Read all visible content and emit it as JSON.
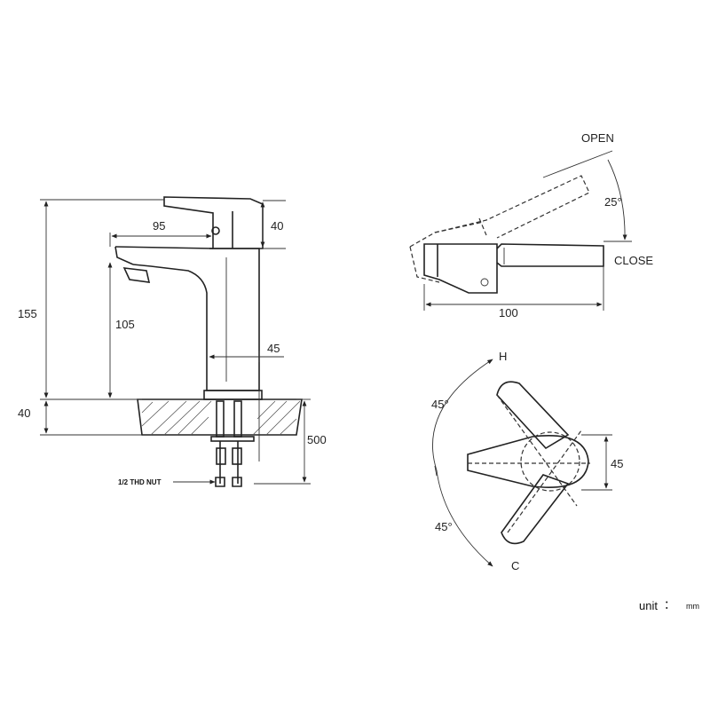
{
  "diagram": {
    "side_view": {
      "total_height": "155",
      "spout_reach": "95",
      "handle_height": "40",
      "spout_height": "105",
      "base_width": "45",
      "counter_thickness": "40",
      "hose_length": "500",
      "nut_label": "1/2 THD NUT"
    },
    "lever_view": {
      "open_label": "OPEN",
      "close_label": "CLOSE",
      "angle": "25°",
      "length": "100"
    },
    "top_view": {
      "hot_label": "H",
      "cold_label": "C",
      "angle_hot": "45°",
      "angle_cold": "45°",
      "width": "45"
    },
    "unit": {
      "label": "unit",
      "separator": "：",
      "value": "mm"
    }
  }
}
